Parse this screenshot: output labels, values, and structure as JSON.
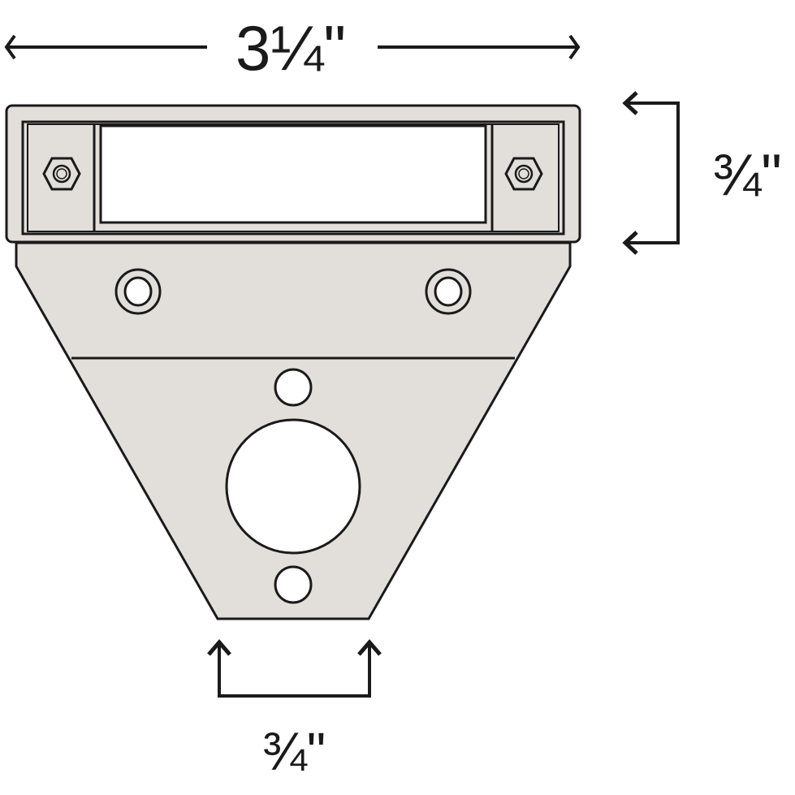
{
  "diagram": {
    "subject": "Step light fixture mounting plate dimensions",
    "colors": {
      "body_fill": "#e2dfdb",
      "outline": "#1a1a1a",
      "lens_fill": "#ffffff",
      "background": "#ffffff"
    },
    "dimensions": {
      "width_top": {
        "whole": "3",
        "fraction": "¼",
        "unit": "\""
      },
      "height_faceplate": {
        "whole": "",
        "fraction": "¾",
        "unit": "\""
      },
      "width_bottom": {
        "whole": "",
        "fraction": "¾",
        "unit": "\""
      }
    },
    "labels": {
      "top": "3¼\"",
      "right": "¾\"",
      "bottom": "¾\""
    }
  }
}
